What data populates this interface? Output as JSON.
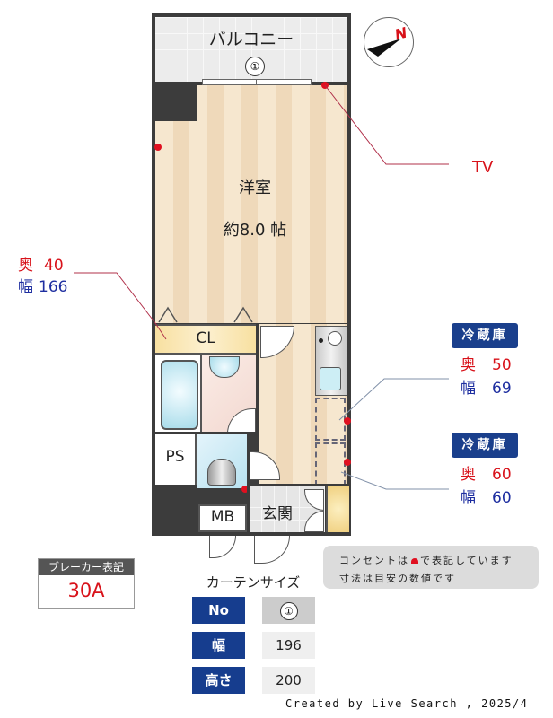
{
  "floorplan": {
    "balcony_label": "バルコニー",
    "window_marker": "①",
    "room_name": "洋室",
    "room_size": "約8.0 帖",
    "closet_label": "CL",
    "ps_label": "PS",
    "mb_label": "MB",
    "entrance_label": "玄関",
    "compass_label": "N"
  },
  "annotations": {
    "tv": "TV",
    "closet": {
      "depth_label": "奥",
      "depth_value": "40",
      "width_label": "幅",
      "width_value": "166"
    },
    "fridge1": {
      "title": "冷蔵庫",
      "depth_label": "奥",
      "depth_value": "50",
      "width_label": "幅",
      "width_value": "69"
    },
    "fridge2": {
      "title": "冷蔵庫",
      "depth_label": "奥",
      "depth_value": "60",
      "width_label": "幅",
      "width_value": "60"
    }
  },
  "breaker": {
    "title": "ブレーカー表記",
    "value": "30A"
  },
  "notes": {
    "line1_pre": "コンセントは",
    "line1_post": "で表記しています",
    "line2": "寸法は目安の数値です"
  },
  "curtain": {
    "title": "カーテンサイズ",
    "rows": [
      {
        "header": "No",
        "value": "①"
      },
      {
        "header": "幅",
        "value": "196"
      },
      {
        "header": "高さ",
        "value": "200"
      }
    ]
  },
  "footer": {
    "credit": "Created by Live Search , 2025/4"
  },
  "colors": {
    "outlet": "#e01020",
    "navy": "#1a3f8c",
    "depth_red": "#d8121a",
    "width_blue": "#1e2ea0"
  }
}
